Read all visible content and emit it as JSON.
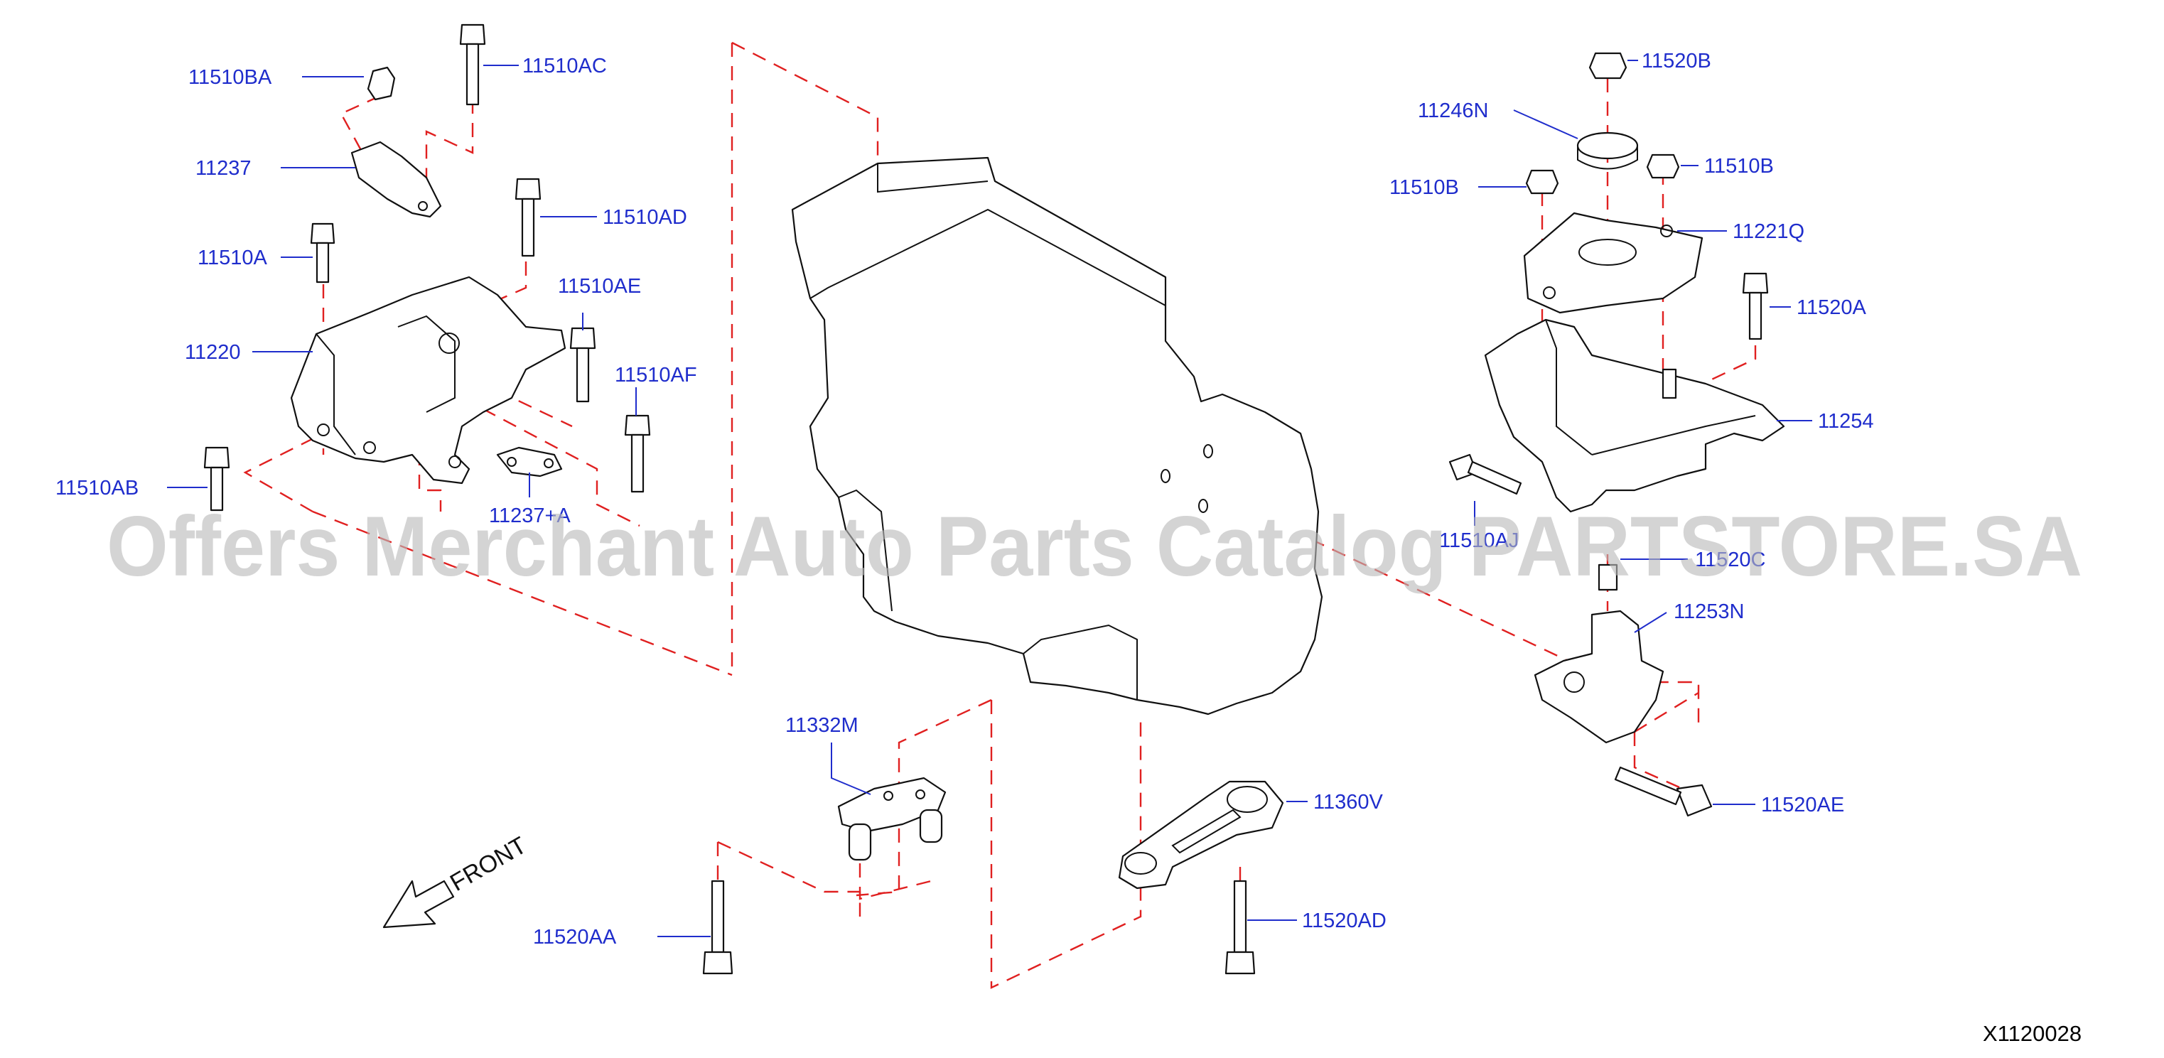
{
  "diagram": {
    "labels": {
      "l_11510BA": "11510BA",
      "l_11510AC": "11510AC",
      "l_11237": "11237",
      "l_11510AD": "11510AD",
      "l_11510A": "11510A",
      "l_11510AE": "11510AE",
      "l_11220": "11220",
      "l_11510AF": "11510AF",
      "l_11510AB": "11510AB",
      "l_11237A": "11237+A",
      "l_11520B": "11520B",
      "l_11246N": "11246N",
      "l_11510B_left": "11510B",
      "l_11510B_right": "11510B",
      "l_11221Q": "11221Q",
      "l_11520A": "11520A",
      "l_11254": "11254",
      "l_11510AJ": "11510AJ",
      "l_11520C": "11520C",
      "l_11253N": "11253N",
      "l_11332M": "11332M",
      "l_11360V": "11360V",
      "l_11520AE": "11520AE",
      "l_11520AA": "11520AA",
      "l_11520AD": "11520AD"
    },
    "front_label": "FRONT",
    "drawing_id": "X1120028",
    "watermark": "Offers Merchant Auto Parts Catalog PARTSTORE.SA",
    "colors": {
      "label": "#1f2dcc",
      "dashed_guide": "#e02020",
      "outline": "#111111",
      "watermark": "#b9b9b9"
    }
  }
}
